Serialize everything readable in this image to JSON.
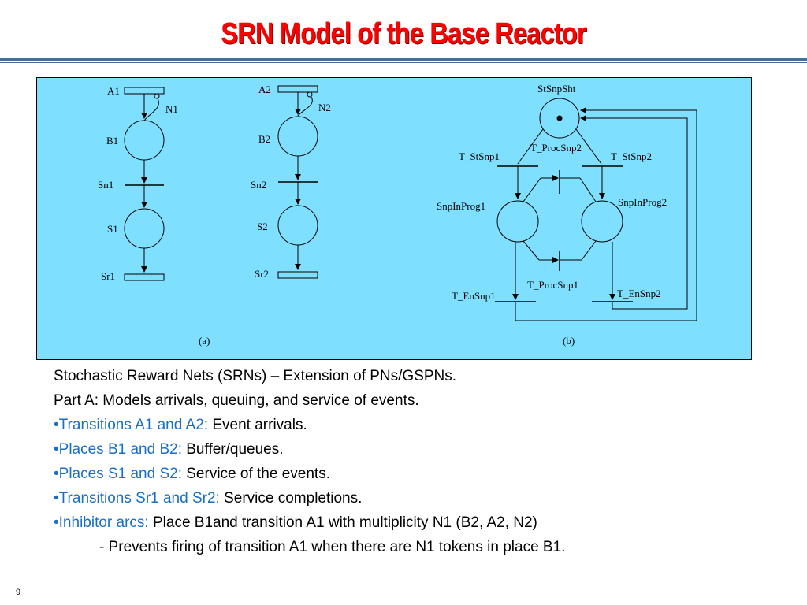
{
  "slide": {
    "title": "SRN Model of the Base Reactor",
    "page_number": "9"
  },
  "diagram": {
    "background_color": "#7fdfff",
    "part_a": {
      "caption": "(a)",
      "labels": {
        "A1": "A1",
        "N1": "N1",
        "B1": "B1",
        "Sn1": "Sn1",
        "S1": "S1",
        "Sr1": "Sr1",
        "A2": "A2",
        "N2": "N2",
        "B2": "B2",
        "Sn2": "Sn2",
        "S2": "S2",
        "Sr2": "Sr2"
      }
    },
    "part_b": {
      "caption": "(b)",
      "labels": {
        "StSnpSht": "StSnpSht",
        "T_StSnp1": "T_StSnp1",
        "T_ProcSnp2": "T_ProcSnp2",
        "T_StSnp2": "T_StSnp2",
        "SnpInProg1": "SnpInProg1",
        "SnpInProg2": "SnpInProg2",
        "T_ProcSnp1": "T_ProcSnp1",
        "T_EnSnp1": "T_EnSnp1",
        "T_EnSnp2": "T_EnSnp2"
      }
    }
  },
  "body": {
    "line1": "Stochastic Reward Nets (SRNs) – Extension of PNs/GSPNs.",
    "line2": "Part A: Models arrivals, queuing, and service of events.",
    "bullets": [
      {
        "term": "•Transitions A1 and A2:",
        "desc": " Event arrivals."
      },
      {
        "term": "•Places B1 and B2:",
        "desc": " Buffer/queues."
      },
      {
        "term": "•Places S1 and S2:",
        "desc": " Service of the events."
      },
      {
        "term": "•Transitions Sr1 and Sr2:",
        "desc": " Service completions."
      },
      {
        "term": "•Inhibitor arcs:",
        "desc": " Place B1and transition A1 with multiplicity N1 (B2, A2, N2)"
      }
    ],
    "sub_line": "- Prevents firing of transition A1 when there are N1 tokens in place B1.",
    "highlight_color": "#1a6fc4"
  }
}
